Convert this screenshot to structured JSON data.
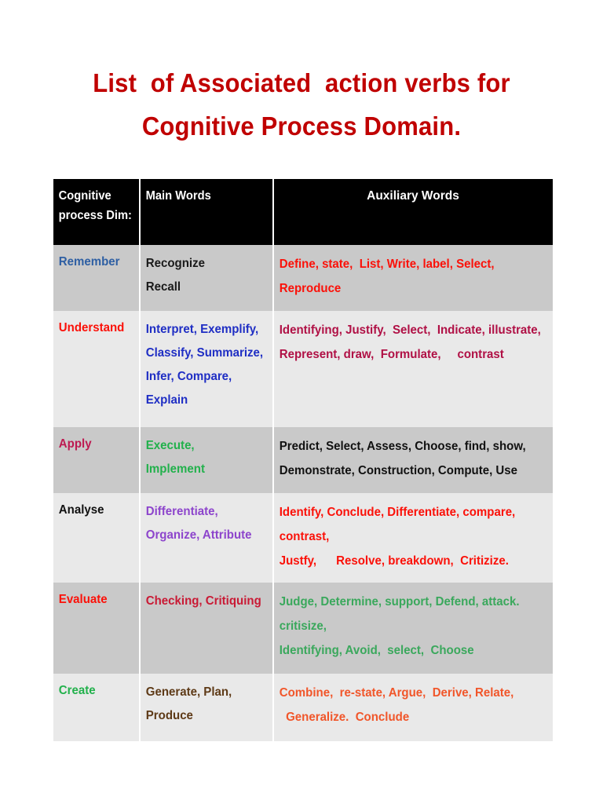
{
  "document": {
    "title_lines": [
      "List  of Associated  action verbs for",
      "Cognitive Process Domain."
    ],
    "title_color": "#c00000",
    "background": "#ffffff"
  },
  "table": {
    "headers": {
      "dim": "Cognitive\nprocess Dim:",
      "dim_line1": "Cognitive",
      "dim_line2": "process Dim:",
      "main": "Main  Words",
      "aux": "Auxiliary Words"
    },
    "header_background": "#000000",
    "header_text_color": "#ffffff",
    "row_shade_dark": "#c9c9c9",
    "row_shade_light": "#e9e9e9",
    "rows": [
      {
        "dim": "Remember",
        "dim_color": "#2e5fa3",
        "main_lines": [
          "Recognize",
          "Recall"
        ],
        "main_color": "#1a1a1a",
        "aux_lines": [
          "Define, state,  List, Write, label, Select,",
          "Reproduce"
        ],
        "aux_color": "#fb1109",
        "shade": "#c9c9c9"
      },
      {
        "dim": "Understand",
        "dim_color": "#fb1109",
        "main_lines": [
          "Interpret, Exemplify,",
          "Classify, Summarize,",
          "Infer, Compare,",
          "Explain"
        ],
        "main_color": "#1f2ec4",
        "aux_lines": [
          "Identifying, Justify,  Select,  Indicate, illustrate,",
          "Represent, draw,  Formulate,     contrast"
        ],
        "aux_color": "#b01045",
        "shade": "#e9e9e9"
      },
      {
        "dim": "Apply",
        "dim_color": "#bd1a51",
        "main_lines": [
          "Execute,",
          "Implement"
        ],
        "main_color": "#22b14c",
        "aux_lines": [
          "Predict, Select, Assess, Choose, find, show,",
          "Demonstrate, Construction, Compute, Use"
        ],
        "aux_color": "#111111",
        "shade": "#c9c9c9"
      },
      {
        "dim": "Analyse",
        "dim_color": "#111111",
        "main_lines": [
          "Differentiate,",
          "Organize, Attribute"
        ],
        "main_color": "#8d45cc",
        "aux_lines": [
          "Identify, Conclude, Differentiate, compare,",
          "contrast,",
          "Justfy,      Resolve, breakdown,  Critizize."
        ],
        "aux_color": "#fb1109",
        "shade": "#e9e9e9"
      },
      {
        "dim": "Evaluate",
        "dim_color": "#fb1109",
        "main_lines": [
          "Checking, Critiquing"
        ],
        "main_color": "#c91a35",
        "aux_lines": [
          "Judge, Determine, support, Defend, attack.",
          "critisize,",
          "Identifying, Avoid,  select,  Choose"
        ],
        "aux_color": "#3aa85c",
        "shade": "#c9c9c9"
      },
      {
        "dim": "Create",
        "dim_color": "#22b14c",
        "main_lines": [
          "Generate, Plan,",
          "Produce"
        ],
        "main_color": "#5e3a17",
        "aux_lines": [
          "Combine,  re-state, Argue,  Derive, Relate,",
          "  Generalize.  Conclude"
        ],
        "aux_color": "#f1562a",
        "shade": "#e9e9e9"
      }
    ]
  }
}
